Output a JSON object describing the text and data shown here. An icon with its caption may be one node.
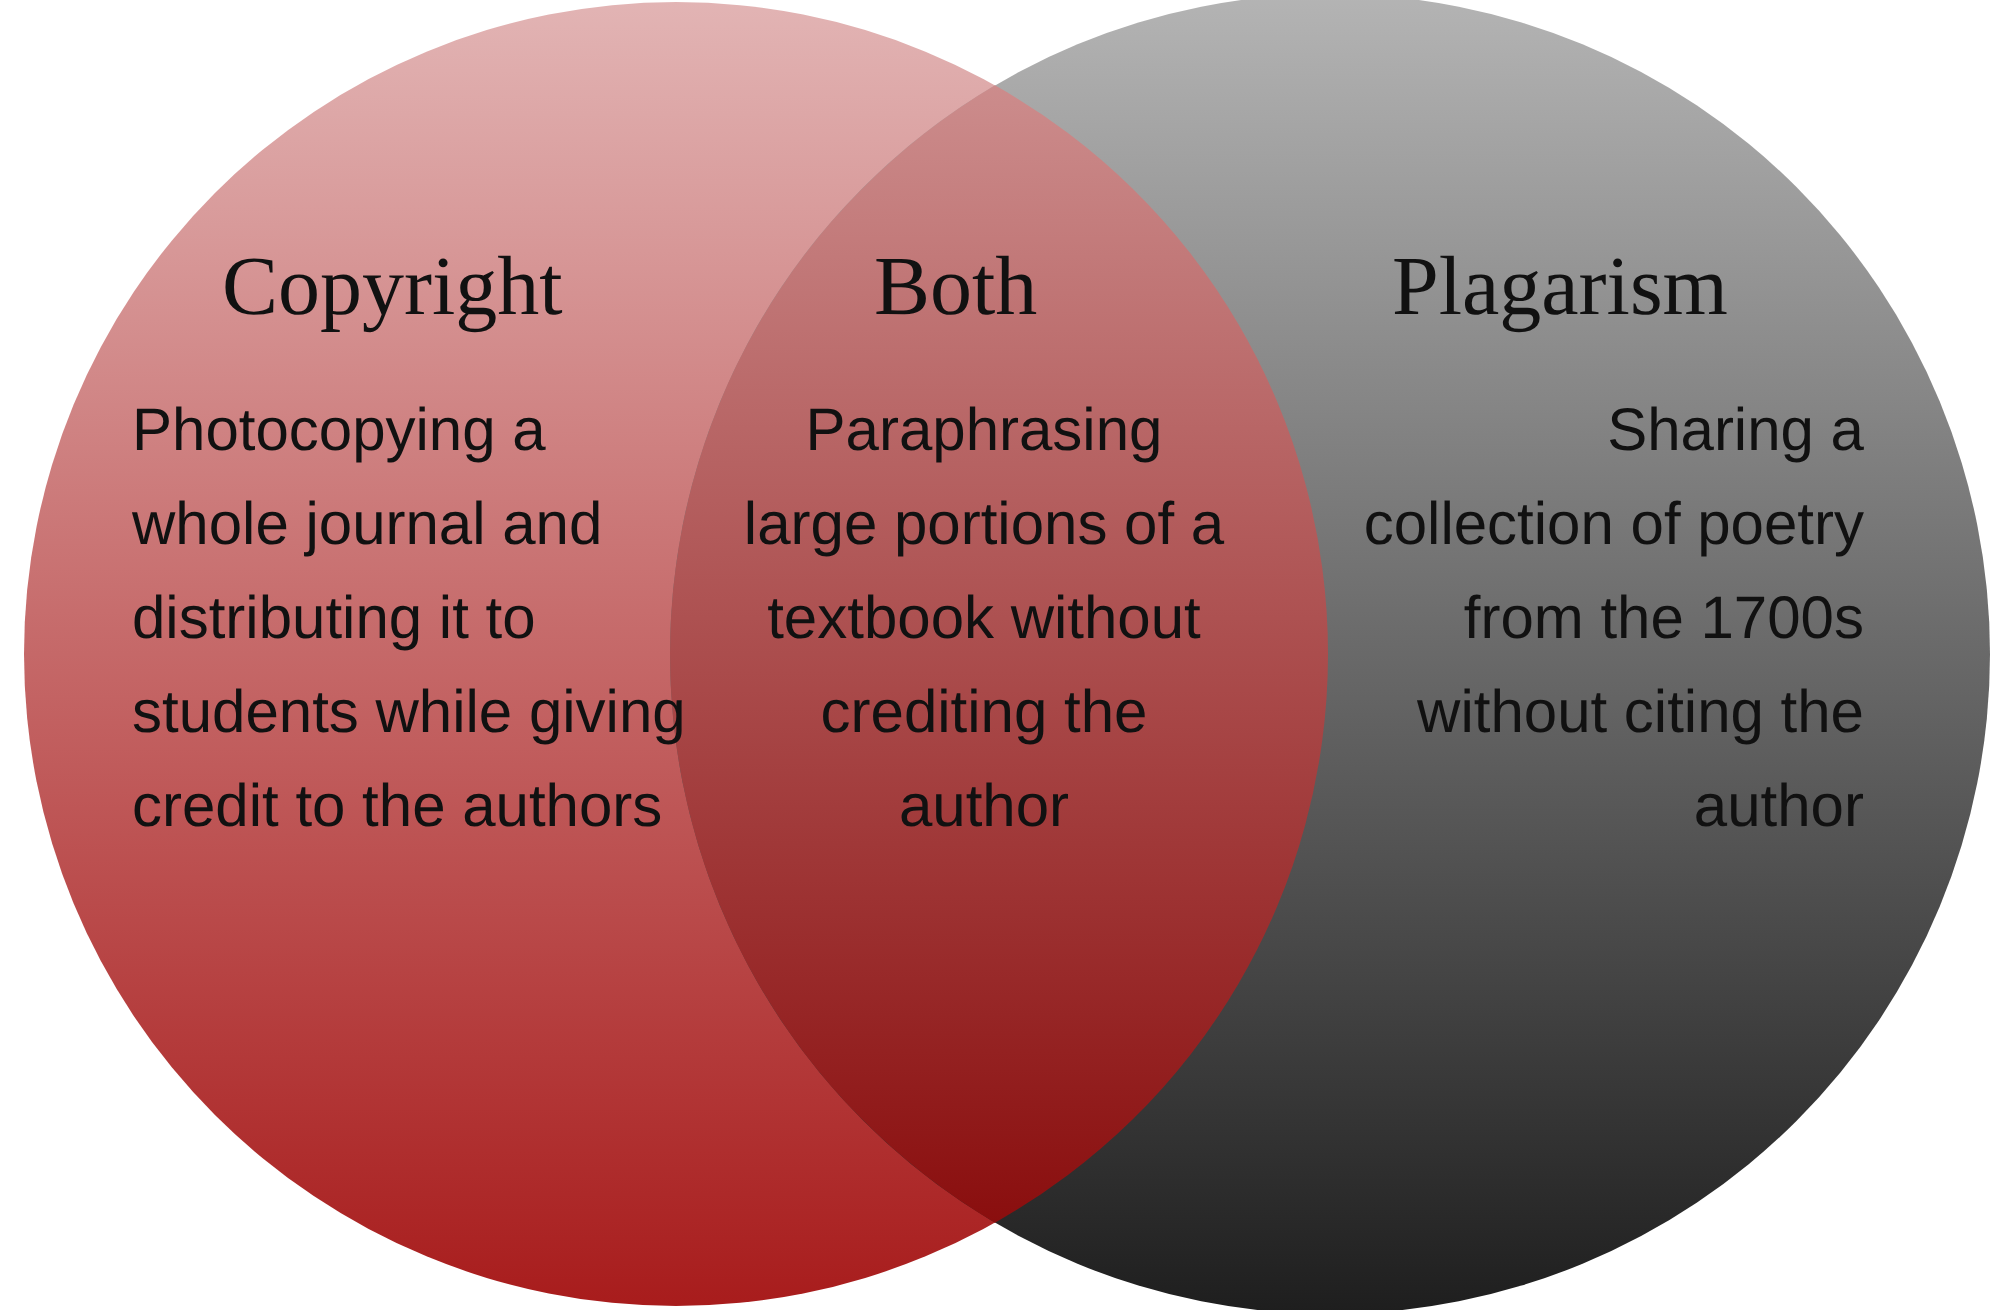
{
  "diagram": {
    "nodes": [
      {
        "text": [
          "Copyright",
          "Photocopying a whole journal and distributing it to students while giving credit to the authors"
        ]
      },
      {
        "text": [
          "Plagarism",
          "Sharing a collection of poetry from the 1700s without citing the author"
        ]
      },
      {
        "text": [
          "Both",
          "Paraphrasing large portions of a textbook without crediting the author"
        ]
      }
    ]
  }
}
